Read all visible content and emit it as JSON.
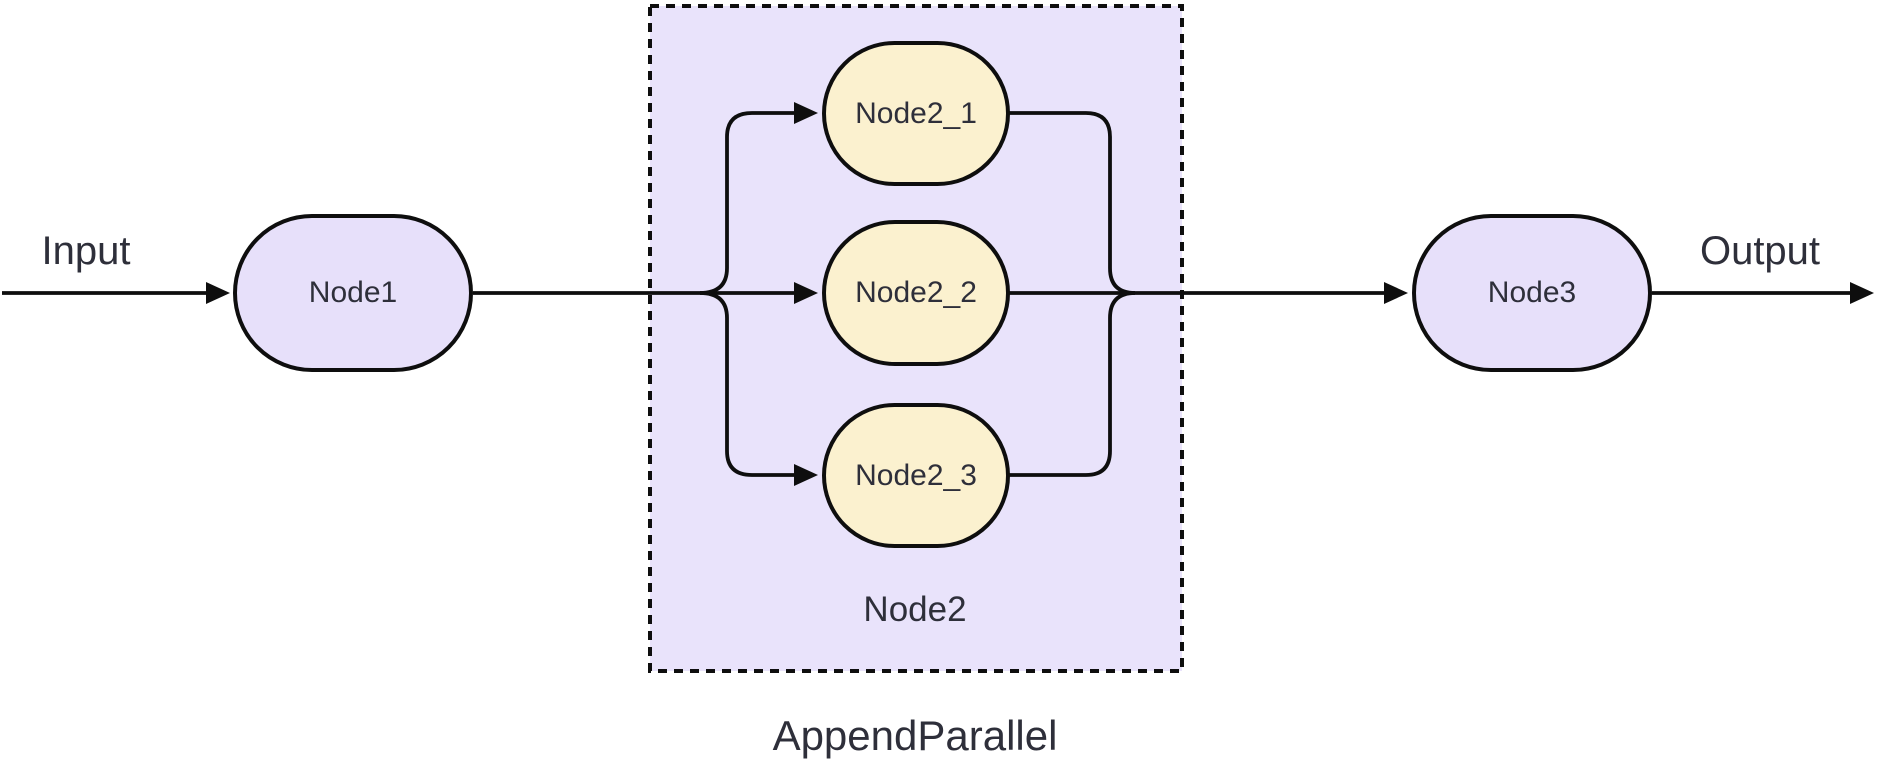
{
  "diagram": {
    "type": "flowchart-left-to-right",
    "io_labels": {
      "input": "Input",
      "output": "Output"
    },
    "nodes": {
      "node1": "Node1",
      "node3": "Node3"
    },
    "parallel_group": {
      "label": "Node2",
      "caption": "AppendParallel",
      "branches": [
        {
          "label": "Node2_1"
        },
        {
          "label": "Node2_2"
        },
        {
          "label": "Node2_3"
        }
      ]
    },
    "colors": {
      "node_fill": "#e7e0fa",
      "group_fill": "#e9e3fb",
      "branch_fill": "#fbf1cf",
      "stroke": "#0e0e0e",
      "text": "#2e2f3a"
    }
  }
}
